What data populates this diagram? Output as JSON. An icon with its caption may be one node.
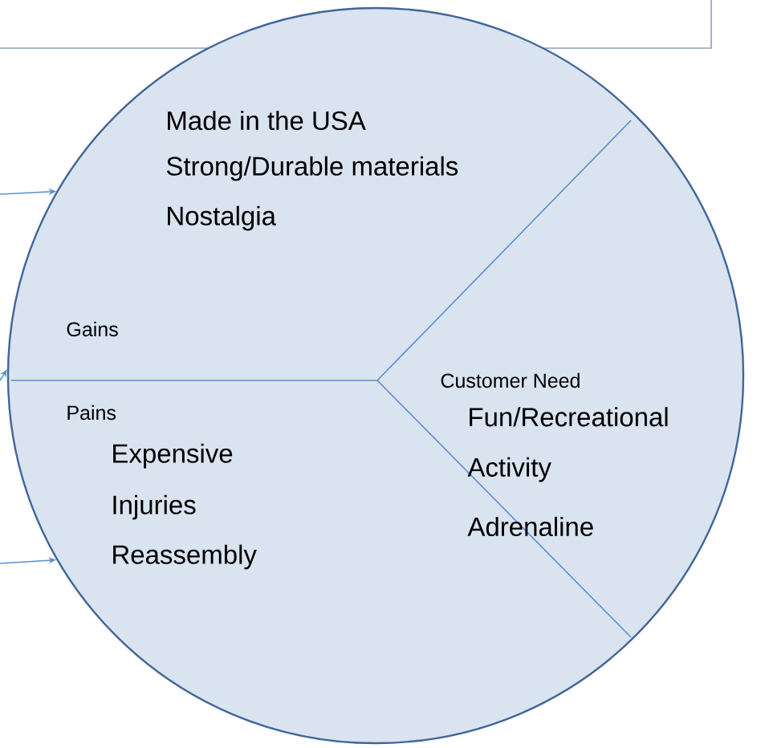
{
  "diagram": {
    "nodes": [
      {
        "text": [],
        "shape": "box"
      },
      {
        "text": [
          "Made in the USA",
          "Strong/Durable materials",
          "Nostalgia",
          "Gains",
          "Pains",
          "Expensive",
          "Injuries",
          "Reassembly",
          "Customer Need",
          "Fun/Recreational Activity",
          "Adrenaline"
        ]
      }
    ],
    "edges": [
      {
        "from": null,
        "to": 1,
        "arrow": "to"
      },
      {
        "from": null,
        "to": 1,
        "arrow": "to"
      },
      {
        "from": null,
        "to": 1,
        "arrow": "to"
      }
    ]
  }
}
